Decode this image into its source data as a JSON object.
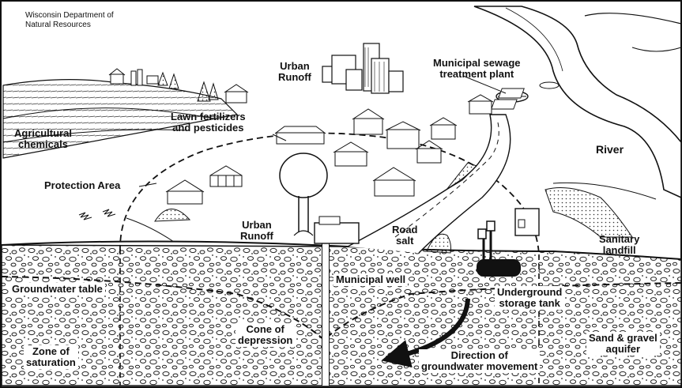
{
  "credit": "Wisconsin Department of\nNatural Resources",
  "labels": {
    "urban_runoff_top": "Urban\nRunoff",
    "sewage": "Municipal sewage\ntreatment plant",
    "agricultural": "Agricultural\nchemicals",
    "lawn": "Lawn fertilizers\nand pesticides",
    "river": "River",
    "protection": "Protection Area",
    "urban_runoff_mid": "Urban\nRunoff",
    "road_salt": "Road\nsalt",
    "landfill": "Sanitary\nlandfill",
    "groundwater_table": "Groundwater table",
    "municipal_well": "Municipal well",
    "storage_tank": "Underground\nstorage tank",
    "cone": "Cone of\ndepression",
    "zone": "Zone of\nsaturation",
    "direction": "Direction of\ngroundwater movement",
    "aquifer": "Sand & gravel\naquifer"
  }
}
